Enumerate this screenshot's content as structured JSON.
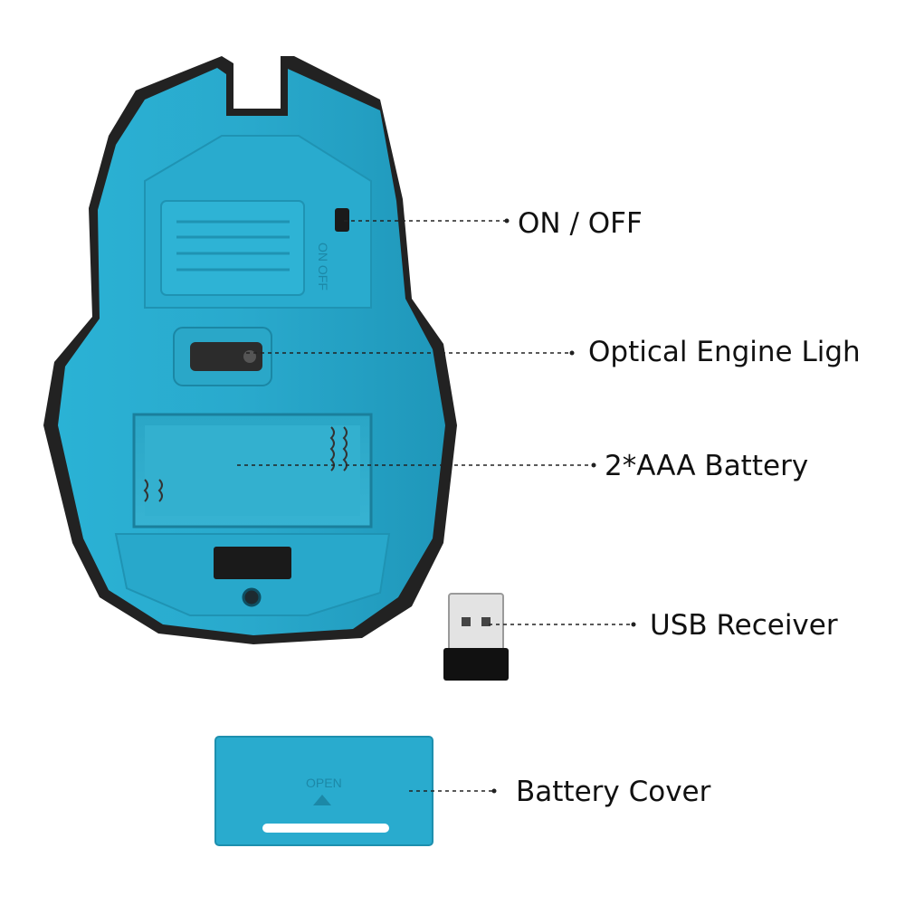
{
  "labels": {
    "on_off": "ON / OFF",
    "optical_engine": "Optical Engine Ligh",
    "battery": "2*AAA  Battery",
    "usb_receiver": "USB Receiver",
    "battery_cover": "Battery Cover"
  },
  "engraved": {
    "switch_text": "ON OFF",
    "cover_text": "OPEN"
  },
  "colors": {
    "mouse_body": "#27a7c9",
    "mouse_shadow": "#1c89a8",
    "mouse_dark_trim": "#222222",
    "background": "#ffffff"
  }
}
